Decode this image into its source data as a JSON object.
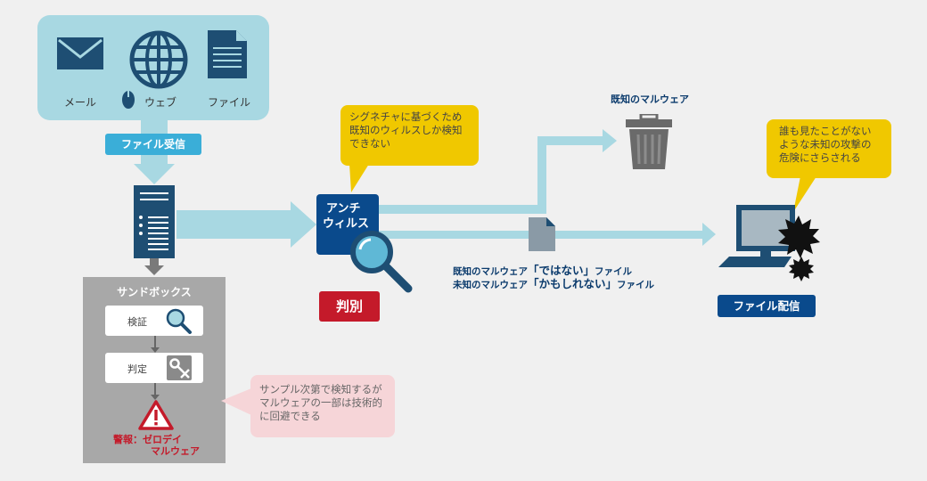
{
  "sources": {
    "mail_label": "メール",
    "web_label": "ウェブ",
    "file_label": "ファイル"
  },
  "receive_label": "ファイル受信",
  "antivirus": {
    "label_line1": "アンチ",
    "label_line2": "ウィルス",
    "judge_label": "判別"
  },
  "signature_bubble": {
    "line1": "シグネチャに基づくため",
    "line2": "既知のウィルスしか検知",
    "line3": "できない"
  },
  "known_malware_label": "既知のマルウェア",
  "pass_text": {
    "line1_pre": "既知のマルウェア",
    "line1_em": "「ではない」",
    "line1_post": "ファイル",
    "line2_pre": "未知のマルウェア",
    "line2_em": "「かもしれない」",
    "line2_post": "ファイル"
  },
  "danger_bubble": {
    "line1": "誰も見たことがない",
    "line2": "ような未知の攻撃の",
    "line3": "危険にさらされる"
  },
  "deliver_label": "ファイル配信",
  "sandbox": {
    "title": "サンドボックス",
    "verify_label": "検証",
    "judge_label": "判定",
    "alert_line1": "警報：ゼロデイ",
    "alert_line2": "マルウェア"
  },
  "evasion_note": {
    "line1": "サンプル次第で検知するが",
    "line2": "マルウェアの一部は技術的",
    "line3": "に回避できる"
  },
  "colors": {
    "light_blue": "#a8d8e2",
    "mid_blue": "#3aaed8",
    "navy": "#0a4a8c",
    "dark_red": "#c41a2a",
    "yellow": "#f0c800",
    "gray_box": "#a8a8a8"
  }
}
